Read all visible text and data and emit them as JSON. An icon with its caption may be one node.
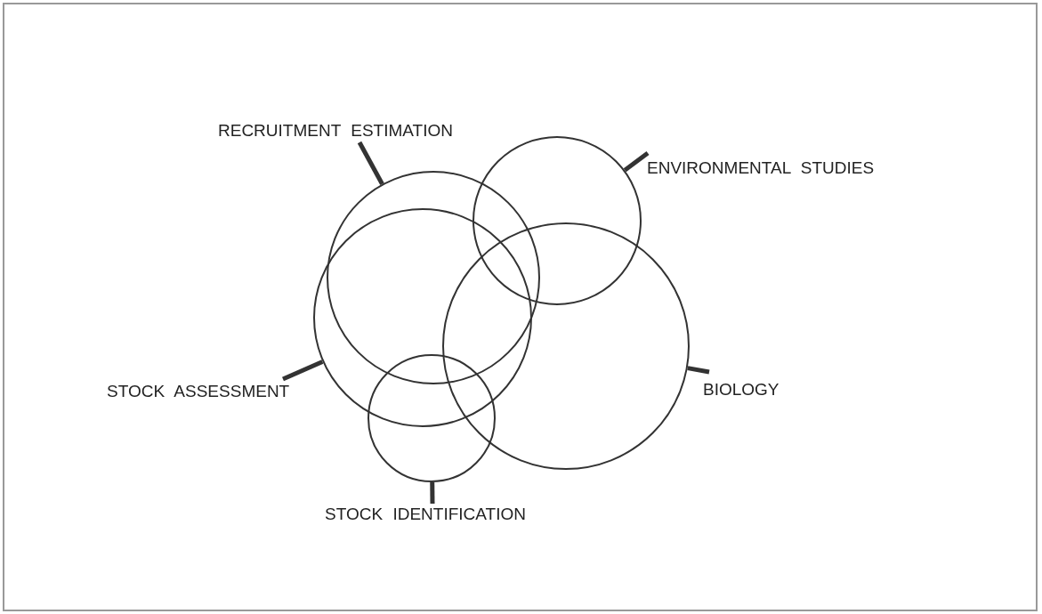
{
  "diagram": {
    "nodes": [
      {
        "text": [
          "RECRUITMENT ESTIMATION"
        ]
      },
      {
        "text": [
          "ENVIRONMENTAL STUDIES"
        ]
      },
      {
        "text": [
          "STOCK ASSESSMENT"
        ]
      },
      {
        "text": [
          "BIOLOGY"
        ]
      },
      {
        "text": [
          "STOCK IDENTIFICATION"
        ]
      },
      {
        "text": [],
        "shape": "circle"
      },
      {
        "text": [],
        "shape": "circle"
      },
      {
        "text": [],
        "shape": "circle"
      },
      {
        "text": [],
        "shape": "circle"
      },
      {
        "text": [],
        "shape": "circle"
      }
    ],
    "edges": [
      {
        "from": 0,
        "to": 5,
        "arrow": "none"
      },
      {
        "from": 1,
        "to": 6,
        "arrow": "none"
      },
      {
        "from": 2,
        "to": 7,
        "arrow": "none"
      },
      {
        "from": 3,
        "to": 8,
        "arrow": "none"
      },
      {
        "from": 4,
        "to": 9,
        "arrow": "none"
      }
    ]
  }
}
